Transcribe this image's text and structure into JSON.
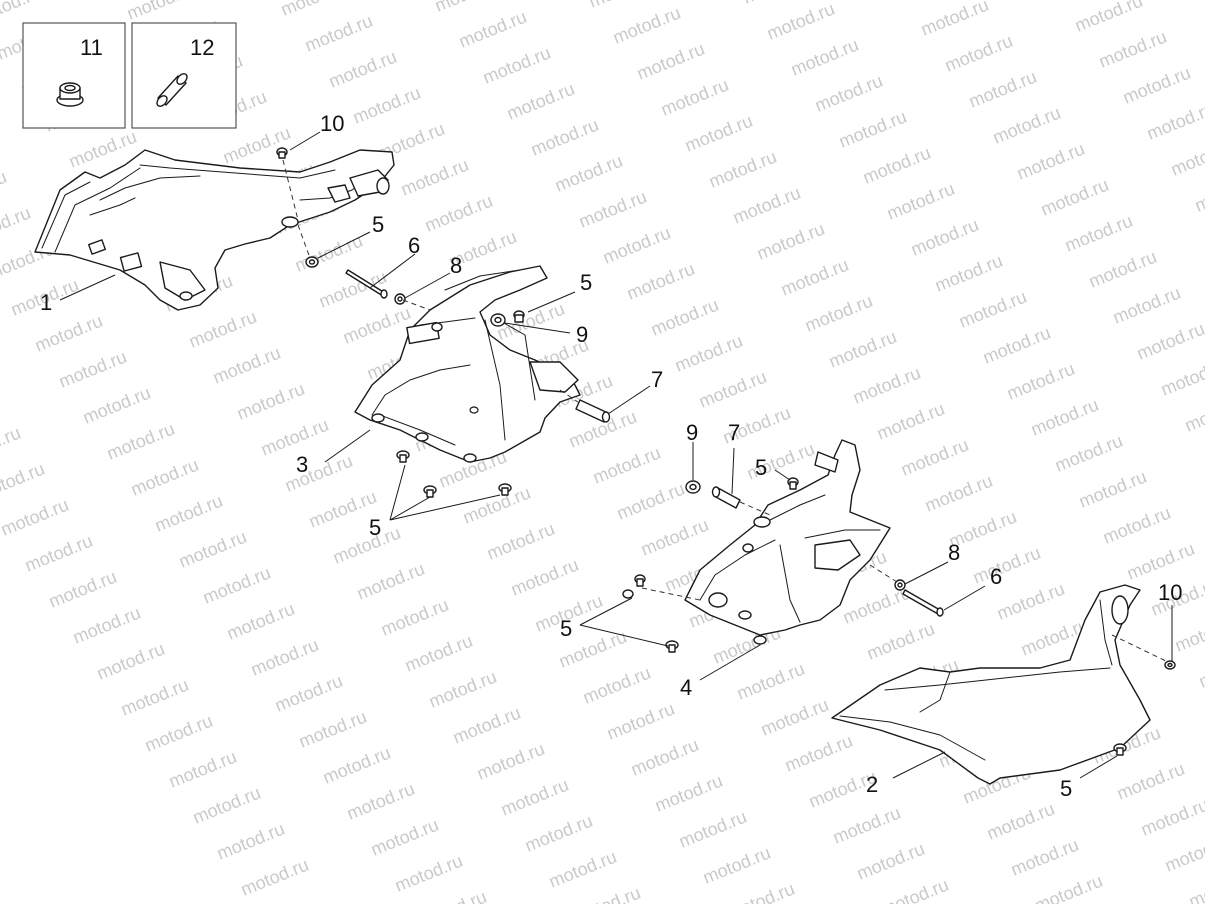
{
  "watermark_text": "motod.ru",
  "callouts": {
    "c1": "1",
    "c2": "2",
    "c3": "3",
    "c4": "4",
    "c5a": "5",
    "c5b": "5",
    "c5c": "5",
    "c5d": "5",
    "c5e": "5",
    "c5f": "5",
    "c6a": "6",
    "c6b": "6",
    "c7a": "7",
    "c7b": "7",
    "c8a": "8",
    "c8b": "8",
    "c9a": "9",
    "c9b": "9",
    "c10a": "10",
    "c10b": "10",
    "c11": "11",
    "c12": "12"
  }
}
